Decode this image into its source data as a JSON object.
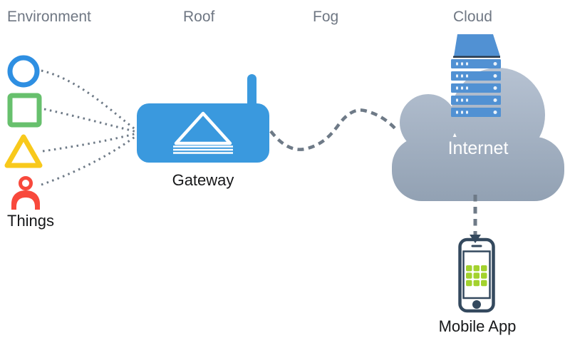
{
  "zones": {
    "environment": "Environment",
    "roof": "Roof",
    "fog": "Fog",
    "cloud": "Cloud"
  },
  "nodes": {
    "things": {
      "label": "Things",
      "items": [
        "circle-thing",
        "square-thing",
        "triangle-thing",
        "person-thing"
      ]
    },
    "gateway": {
      "label": "Gateway"
    },
    "internet": {
      "label": "Internet"
    },
    "mobile_app": {
      "label": "Mobile App"
    }
  },
  "icons": {
    "circle_thing": "circle-outline",
    "square_thing": "square-outline",
    "triangle_thing": "triangle-outline",
    "person_thing": "person",
    "gateway": "wireless-router",
    "server": "server-rack",
    "cloud": "cloud",
    "mobile": "smartphone"
  },
  "connections": [
    {
      "from": "circle-thing",
      "to": "gateway",
      "style": "dotted-curve"
    },
    {
      "from": "square-thing",
      "to": "gateway",
      "style": "dotted-curve"
    },
    {
      "from": "triangle-thing",
      "to": "gateway",
      "style": "dotted-curve"
    },
    {
      "from": "person-thing",
      "to": "gateway",
      "style": "dotted-curve"
    },
    {
      "from": "gateway",
      "to": "internet",
      "style": "dashed-wave"
    },
    {
      "from": "internet",
      "to": "mobile-app",
      "style": "dashed-arrow"
    }
  ],
  "colors": {
    "thing-blue": "#2e8fe2",
    "thing-green": "#67c06d",
    "thing-yellow": "#f8c91c",
    "thing-red": "#f8493c",
    "gateway-blue": "#3a99de",
    "server-blue": "#5191d3",
    "server-edge": "#2b3949",
    "cloud-top": "#b6c2d2",
    "cloud-bottom": "#92a1b3",
    "phone-navy": "#34495e",
    "app-green": "#a3d22e",
    "connector-gray": "#6e7a87",
    "zone-label-gray": "#6f7783",
    "text-black": "#17181a",
    "white": "#ffffff"
  }
}
